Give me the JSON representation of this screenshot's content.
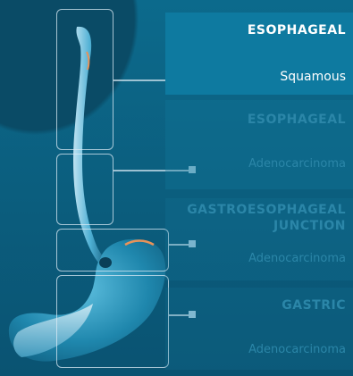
{
  "sections": [
    {
      "id": "esophageal-squamous",
      "title": "ESOPHAGEAL",
      "subtitle": "Squamous",
      "selected": true
    },
    {
      "id": "esophageal-adeno",
      "title": "ESOPHAGEAL",
      "subtitle": "Adenocarcinoma",
      "selected": false
    },
    {
      "id": "gej-adeno",
      "title_line1": "GASTROESOPHAGEAL",
      "title_line2": "JUNCTION",
      "subtitle": "Adenocarcinoma",
      "selected": false
    },
    {
      "id": "gastric-adeno",
      "title": "GASTRIC",
      "subtitle": "Adenocarcinoma",
      "selected": false
    }
  ],
  "colors": {
    "background": "#0b5a78",
    "selected_panel": "#0e7aa0",
    "dim_text": "#2b86a8",
    "organ": "#2d93b8"
  },
  "illustration": {
    "subject": "esophagus-and-stomach-icon"
  }
}
